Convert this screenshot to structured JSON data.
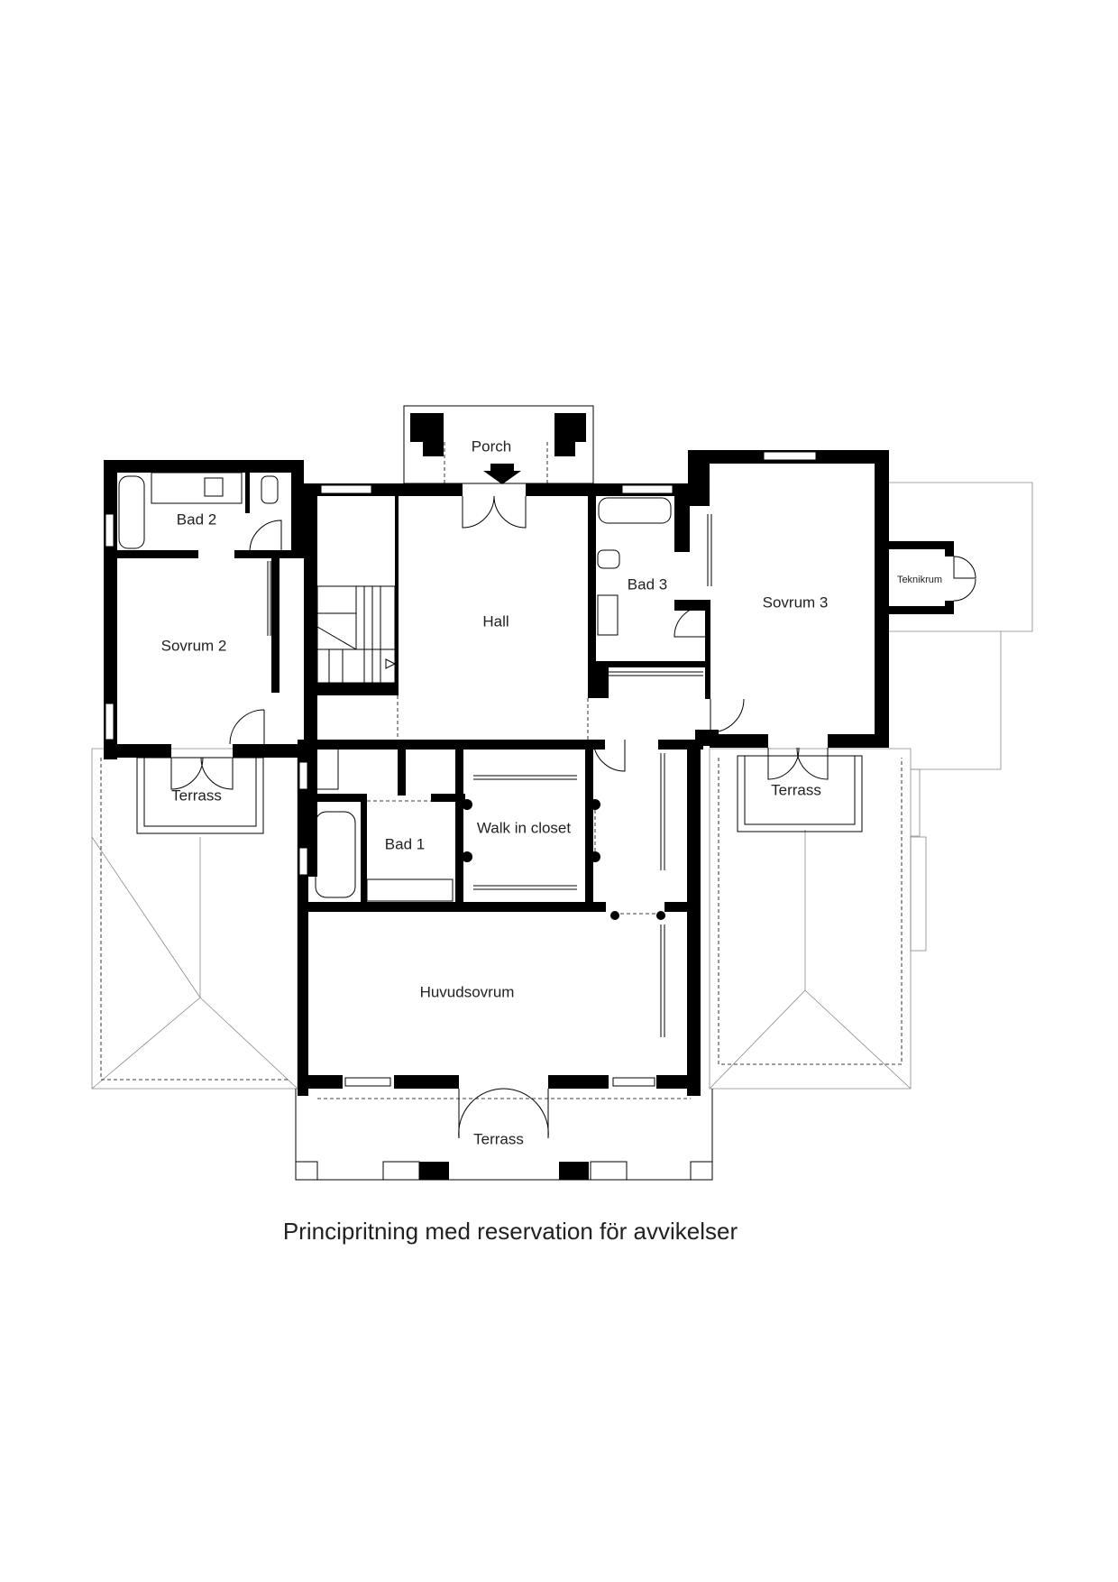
{
  "rooms": {
    "porch": "Porch",
    "bad2": "Bad 2",
    "sovrum2": "Sovrum 2",
    "hall": "Hall",
    "bad3": "Bad 3",
    "sovrum3": "Sovrum 3",
    "teknikrum": "Teknikrum",
    "terrass_left": "Terrass",
    "terrass_right": "Terrass",
    "bad1": "Bad 1",
    "walk_in_closet": "Walk in closet",
    "huvudsovrum": "Huvudsovrum",
    "terrass_bottom": "Terrass"
  },
  "caption": "Principritning med reservation för avvikelser"
}
